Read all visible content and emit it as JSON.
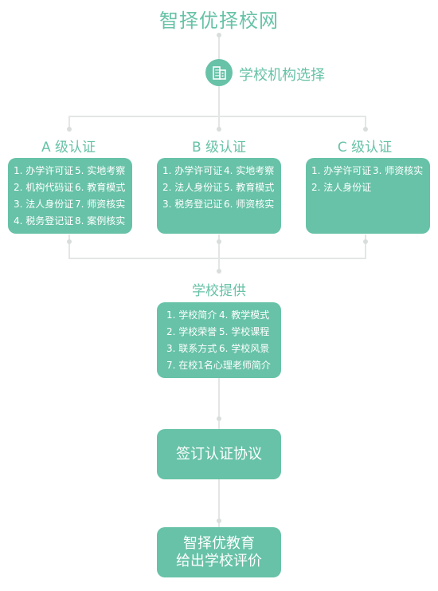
{
  "title": "智择优择校网",
  "step1": {
    "label": "学校机构选择",
    "icon": "building-icon"
  },
  "levels": [
    {
      "title": "A 级认证",
      "items": [
        "1. 办学许可证",
        "2. 机构代码证",
        "3. 法人身份证",
        "4. 税务登记证",
        "5. 实地考察",
        "6. 教育模式",
        "7. 师资核实",
        "8. 案例核实"
      ]
    },
    {
      "title": "B 级认证",
      "items": [
        "1. 办学许可证",
        "2. 法人身份证",
        "3. 税务登记证",
        "4. 实地考察",
        "5. 教育模式",
        "6. 师资核实"
      ]
    },
    {
      "title": "C 级认证",
      "items": [
        "1. 办学许可证",
        "2. 法人身份证",
        "3. 师资核实"
      ]
    }
  ],
  "school_provides": {
    "label": "学校提供",
    "items": [
      "1. 学校简介",
      "2. 学校荣誉",
      "3. 联系方式",
      "4. 教学模式",
      "5. 学校课程",
      "6. 学校风景",
      "7. 在校1名心理老师简介"
    ]
  },
  "agreement": {
    "label": "签订认证协议"
  },
  "evaluation": {
    "line1": "智择优教育",
    "line2": "给出学校评价"
  },
  "colors": {
    "accent": "#67c2a7",
    "connector": "#e3e6e5"
  }
}
